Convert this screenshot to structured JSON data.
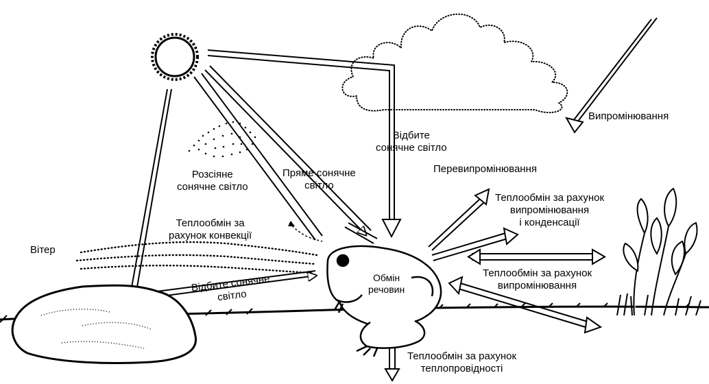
{
  "colors": {
    "ink": "#000000",
    "background": "#ffffff"
  },
  "labels": {
    "reflected_sunlight_top_line1": "Відбите",
    "reflected_sunlight_top_line2": "сонячне світло",
    "radiation": "Випромінювання",
    "reradiation": "Перевипромінювання",
    "scattered_sunlight_line1": "Розсіяне",
    "scattered_sunlight_line2": "сонячне світло",
    "direct_sunlight_line1": "Пряме сонячне",
    "direct_sunlight_line2": "світло",
    "heat_radiation_condensation_line1": "Теплообмін за рахунок",
    "heat_radiation_condensation_line2": "випромінювання",
    "heat_radiation_condensation_line3": "і конденсації",
    "convection_line1": "Теплообмін за",
    "convection_line2": "рахунок конвекції",
    "wind": "Вітер",
    "metabolism_line1": "Обмін",
    "metabolism_line2": "речовин",
    "heat_radiation_line1": "Теплообмін за рахунок",
    "heat_radiation_line2": "випромінювання",
    "reflected_sunlight_ground_line1": "Відбите сонячне",
    "reflected_sunlight_ground_line2": "світло",
    "conduction_line1": "Теплообмін за рахунок",
    "conduction_line2": "теплопровідності"
  },
  "icons": [
    "sun-icon",
    "cloud-icon",
    "frog-icon",
    "rock-icon",
    "plant-icon",
    "ground-icon",
    "scattered-light-dots-icon",
    "wind-lines-icon"
  ]
}
